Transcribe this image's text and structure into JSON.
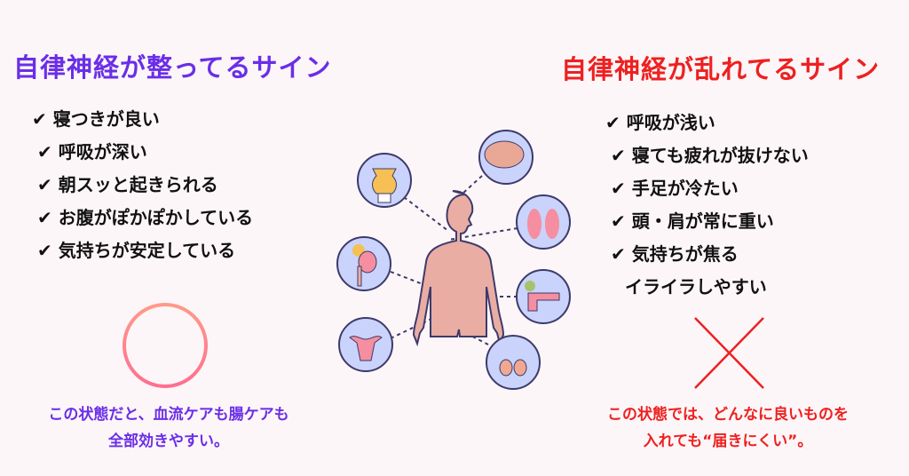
{
  "left": {
    "title": "自律神経が整ってるサイン",
    "items": [
      "✔ 寝つきが良い",
      "✔ 呼吸が深い",
      "✔ 朝スッと起きられる",
      "✔ お腹がぽかぽかしている",
      "✔ 気持ちが安定している"
    ],
    "symbol": "circle-mark",
    "note": [
      "この状態だと、血流ケアも腸ケアも",
      "全部効きやすい。"
    ]
  },
  "right": {
    "title": "自律神経が乱れてるサイン",
    "items": [
      "✔ 呼吸が浅い",
      "✔ 寝ても疲れが抜けない",
      "✔ 手足が冷たい",
      "✔ 頭・肩が常に重い",
      "✔ 気持ちが焦る",
      "イライラしやすい"
    ],
    "symbol": "cross-mark",
    "note": [
      "この状態では、どんなに良いものを",
      "入れても“届きにくい”。"
    ]
  },
  "colors": {
    "good": "#6a2ee8",
    "bad": "#ee2020",
    "organ_bg": "#c9d3fb",
    "body": "#e9ada3"
  }
}
